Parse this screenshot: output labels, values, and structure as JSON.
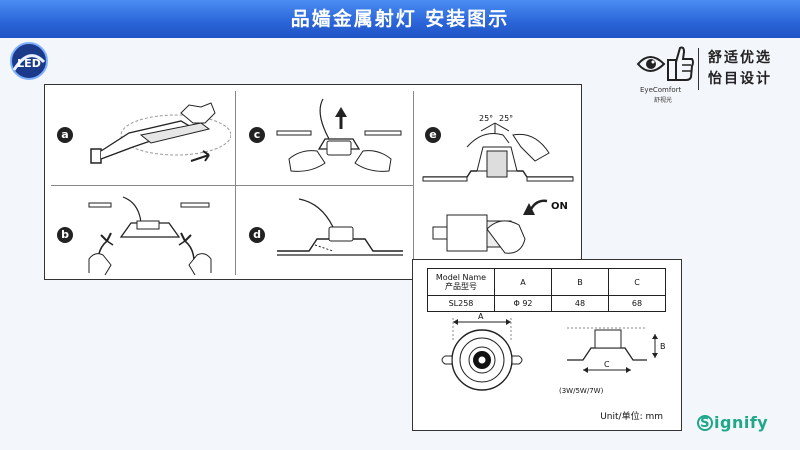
{
  "slide": {
    "title": "品嫱金属射灯    安装图示"
  },
  "header": {
    "eye_comfort_text_line1": "舒适优选",
    "eye_comfort_text_line2": "怡目设计",
    "eye_comfort_brand": "EyeComfort",
    "eye_comfort_cn": "舒视光",
    "led_badge": "LED"
  },
  "install_steps": {
    "labels": [
      "a",
      "b",
      "c",
      "d",
      "e"
    ],
    "angle_left": "25°",
    "angle_right": "25°",
    "switch_label": "ON"
  },
  "spec": {
    "headers": [
      "Model Name\n产品型号",
      "A",
      "B",
      "C"
    ],
    "header_line1": "Model Name",
    "header_line2": "产品型号",
    "col_a": "A",
    "col_b": "B",
    "col_c": "C",
    "row_model": "SL258",
    "row_a": "Φ 92",
    "row_b": "48",
    "row_c": "68",
    "dim_a": "A",
    "dim_b": "B",
    "dim_c": "C",
    "wattage": "(3W/5W/7W)",
    "unit": "Unit/单位: mm"
  },
  "footer": {
    "brand_s": "S",
    "brand_rest": "ignify"
  },
  "colors": {
    "title_bar": "#2a64d8",
    "brand_green": "#1fa789"
  }
}
